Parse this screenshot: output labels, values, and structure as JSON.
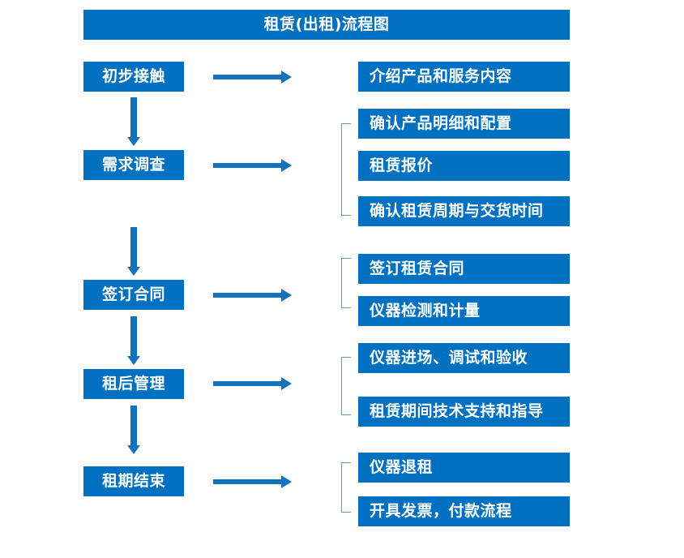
{
  "diagram": {
    "title": "租赁(出租)流程图",
    "accent_color": "#0070C0",
    "arrow_color": "#1372BC",
    "bracket_color": "#5B9BD5",
    "text_color": "#FFFFFF"
  },
  "stages": [
    {
      "id": "stage-1",
      "label": "初步接触",
      "arrow_label": "arrow-right",
      "details": [
        "介绍产品和服务内容"
      ],
      "bracketed": false
    },
    {
      "id": "stage-2",
      "label": "需求调查",
      "arrow_label": "arrow-right",
      "details": [
        "确认产品明细和配置",
        "租赁报价",
        "确认租赁周期与交货时间"
      ],
      "bracketed": true
    },
    {
      "id": "stage-3",
      "label": "签订合同",
      "arrow_label": "arrow-right",
      "details": [
        "签订租赁合同",
        "仪器检测和计量"
      ],
      "bracketed": true
    },
    {
      "id": "stage-4",
      "label": "租后管理",
      "arrow_label": "arrow-right",
      "details": [
        "仪器进场、调试和验收",
        "租赁期间技术支持和指导"
      ],
      "bracketed": true
    },
    {
      "id": "stage-5",
      "label": "租期结束",
      "arrow_label": "arrow-right",
      "details": [
        "仪器退租",
        "开具发票，付款流程"
      ],
      "bracketed": true
    }
  ],
  "connectors": {
    "down_arrow_1": "向下箭头",
    "down_arrow_2": "向下箭头",
    "down_arrow_3": "向下箭头",
    "down_arrow_4": "向下箭头"
  }
}
